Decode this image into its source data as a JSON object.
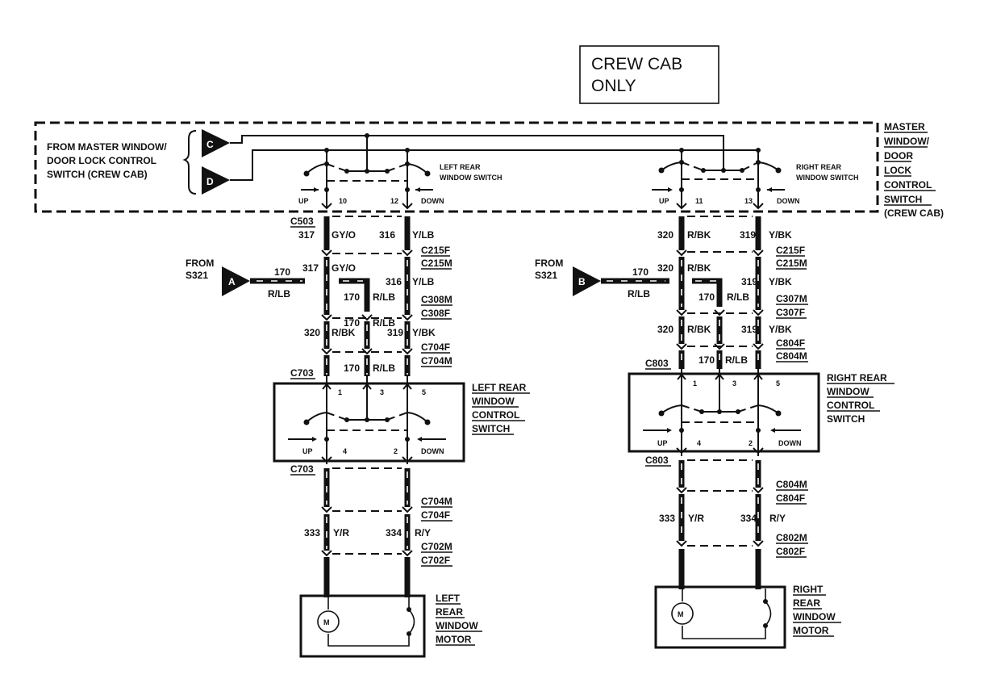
{
  "banner": "CREW CAB ONLY",
  "banner_lines": [
    "CREW CAB",
    "ONLY"
  ],
  "master_switch": {
    "source_lines": [
      "FROM MASTER WINDOW/",
      "DOOR LOCK CONTROL",
      "SWITCH (CREW CAB)"
    ],
    "connector_c": "C",
    "connector_d": "D",
    "label_lines": [
      "MASTER",
      "WINDOW/",
      "DOOR",
      "LOCK",
      "CONTROL",
      "SWITCH",
      "(CREW CAB)"
    ],
    "left": {
      "name_lines": [
        "LEFT REAR",
        "WINDOW SWITCH"
      ],
      "up": "UP",
      "down": "DOWN",
      "pin_up": "10",
      "pin_down": "12"
    },
    "right": {
      "name_lines": [
        "RIGHT REAR",
        "WINDOW SWITCH"
      ],
      "up": "UP",
      "down": "DOWN",
      "pin_up": "11",
      "pin_down": "13"
    }
  },
  "left_side": {
    "from_lines": [
      "FROM",
      "S321"
    ],
    "feed_connector": "A",
    "feed_circuit": "170",
    "feed_color": "R/LB",
    "c503": "C503",
    "w317a": "317",
    "c317a": "GY/O",
    "w316a": "316",
    "c316a": "Y/LB",
    "c215f": "C215F",
    "c215m": "C215M",
    "w317b": "317",
    "c317b": "GY/O",
    "w316b": "316",
    "c316b": "Y/LB",
    "w170a": "170",
    "c170a": "R/LB",
    "c308m": "C308M",
    "c308f": "C308F",
    "w170b": "170",
    "c170b": "R/LB",
    "w320": "320",
    "c320": "R/BK",
    "w319": "319",
    "c319": "Y/BK",
    "c704f": "C704F",
    "c704m": "C704M",
    "c703_top": "C703",
    "w170c": "170",
    "c170c": "R/LB",
    "switch": {
      "name_lines": [
        "LEFT REAR",
        "WINDOW",
        "CONTROL",
        "SWITCH"
      ],
      "pins": [
        "1",
        "3",
        "5",
        "4",
        "2"
      ],
      "up": "UP",
      "down": "DOWN"
    },
    "c703_bot": "C703",
    "c704m2": "C704M",
    "c704f2": "C704F",
    "w333": "333",
    "c333": "Y/R",
    "w334": "334",
    "c334": "R/Y",
    "c702m": "C702M",
    "c702f": "C702F",
    "motor": {
      "symbol": "M",
      "name_lines": [
        "LEFT",
        "REAR",
        "WINDOW",
        "MOTOR"
      ]
    }
  },
  "right_side": {
    "from_lines": [
      "FROM",
      "S321"
    ],
    "feed_connector": "B",
    "feed_circuit": "170",
    "feed_color": "R/LB",
    "w320a": "320",
    "c320a": "R/BK",
    "w319a": "319",
    "c319a": "Y/BK",
    "c215f": "C215F",
    "c215m": "C215M",
    "w320b": "320",
    "c320b": "R/BK",
    "w319b": "319",
    "c319b": "Y/BK",
    "w170a": "170",
    "c170a": "R/LB",
    "c307m": "C307M",
    "c307f": "C307F",
    "w320c": "320",
    "c320c": "R/BK",
    "w319c": "319",
    "c319c": "Y/BK",
    "c804f": "C804F",
    "c804m": "C804M",
    "c803_top": "C803",
    "w170c": "170",
    "c170c": "R/LB",
    "switch": {
      "name_lines": [
        "RIGHT REAR",
        "WINDOW",
        "CONTROL",
        "SWITCH"
      ],
      "pins": [
        "1",
        "3",
        "5",
        "4",
        "2"
      ],
      "up": "UP",
      "down": "DOWN"
    },
    "c803_bot": "C803",
    "c804m2": "C804M",
    "c804f2": "C804F",
    "w333": "333",
    "c333": "Y/R",
    "w334": "334",
    "c334": "R/Y",
    "c802m": "C802M",
    "c802f": "C802F",
    "motor": {
      "symbol": "M",
      "name_lines": [
        "RIGHT",
        "REAR",
        "WINDOW",
        "MOTOR"
      ]
    }
  }
}
